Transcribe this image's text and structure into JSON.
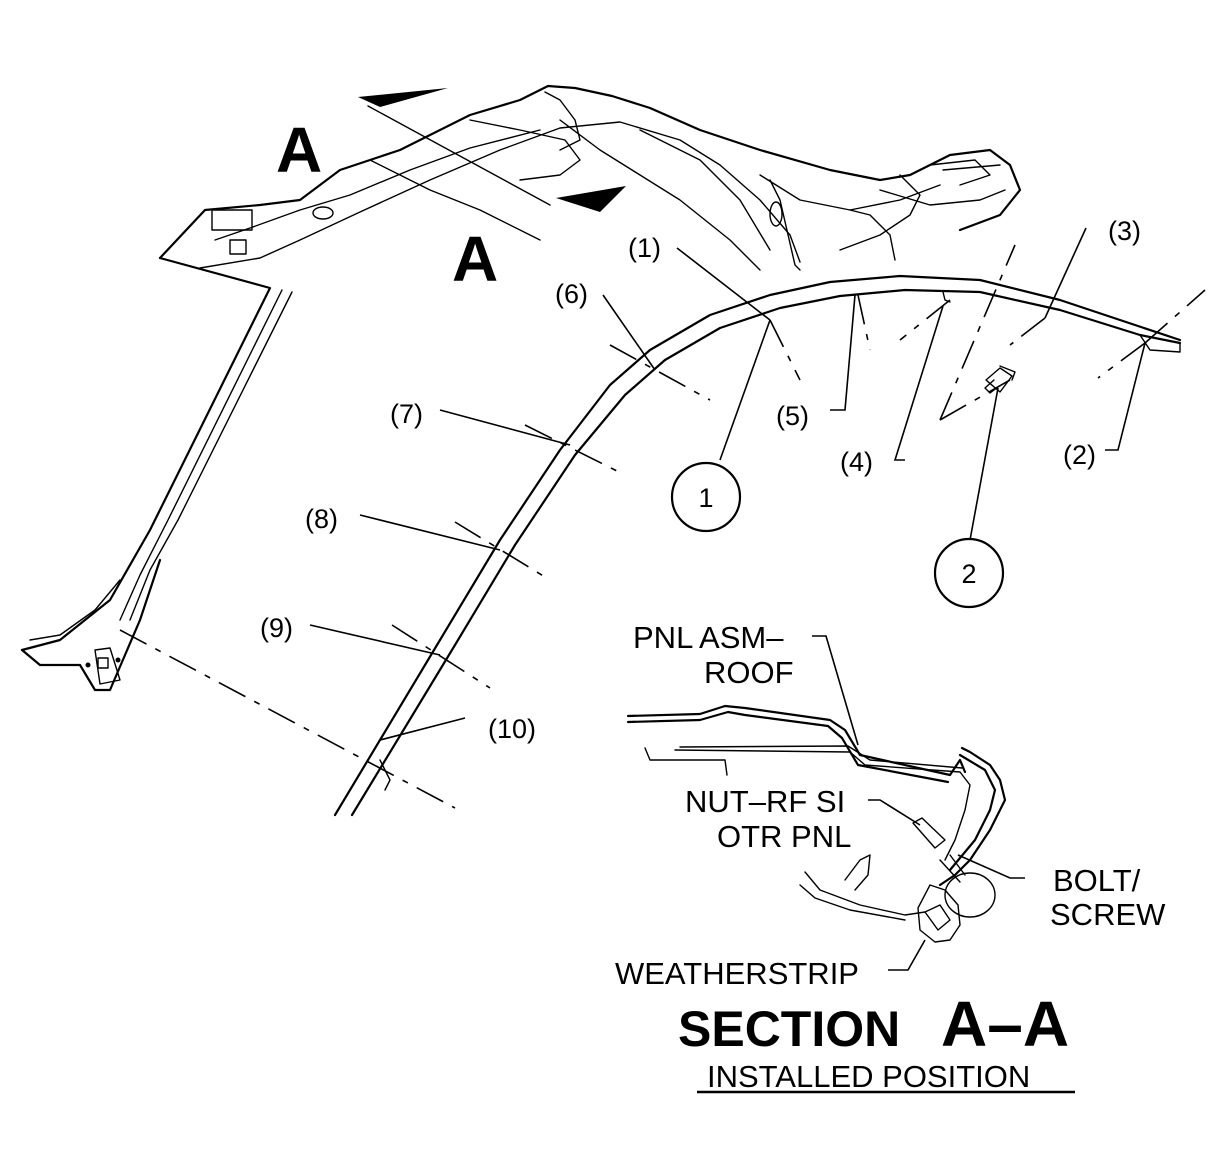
{
  "section_markers": [
    "A",
    "A"
  ],
  "callouts": [
    "(1)",
    "(2)",
    "(3)",
    "(4)",
    "(5)",
    "(6)",
    "(7)",
    "(8)",
    "(9)",
    "(10)"
  ],
  "circled_refs": [
    "1",
    "2"
  ],
  "section_labels": {
    "roof_panel_line1": "PNL ASM–",
    "roof_panel_line2": "ROOF",
    "nut_line1": "NUT–RF SI",
    "nut_line2": "OTR PNL",
    "bolt_line1": "BOLT/",
    "bolt_line2": "SCREW",
    "weatherstrip": "WEATHERSTRIP"
  },
  "section_title": "SECTION",
  "section_id": "A–A",
  "section_subtitle": "INSTALLED POSITION"
}
